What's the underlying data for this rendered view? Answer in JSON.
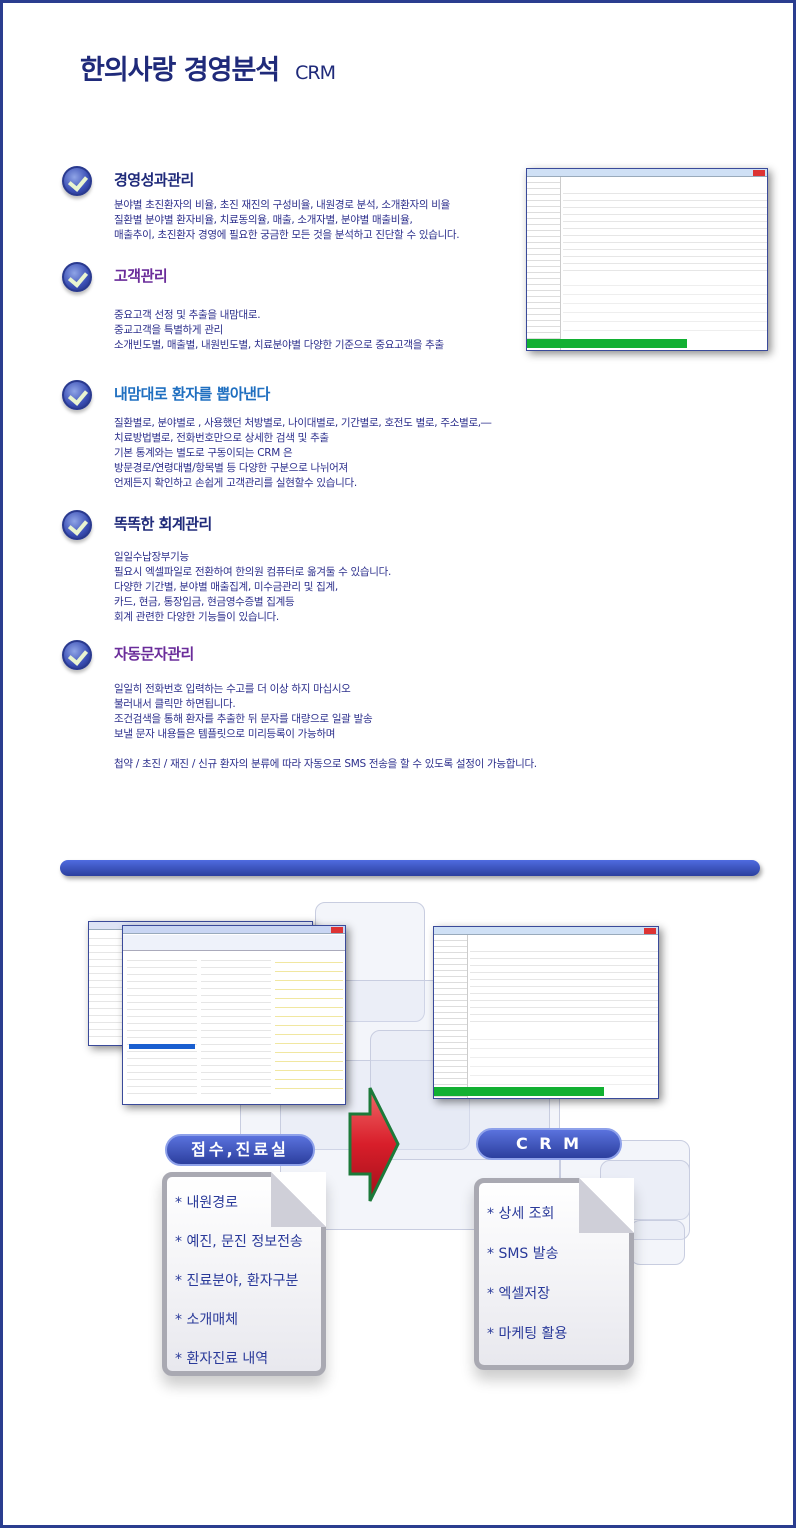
{
  "header": {
    "title": "한의사랑 경영분석",
    "subtitle": "CRM"
  },
  "sections": [
    {
      "title": "경영성과관리",
      "color": "#1f2a7a",
      "lines": [
        "분야별 초진환자의 비율, 초진 재진의 구성비율, 내원경로 분석, 소개환자의 비율",
        "질환별 분야별 환자비율, 치료동의율, 매출, 소개자별, 분야별 매출비율,",
        "매출추이, 초진환자 경영에 필요한 궁금한 모든 것을 분석하고 진단할 수 있습니다."
      ]
    },
    {
      "title": "고객관리",
      "color": "#6a2c9a",
      "lines": [
        "중요고객 선정 및 추출을 내맘대로.",
        "중교고객을 특별하게 관리",
        "소개빈도별, 매출별, 내원빈도별, 치료분야별 다양한 기준으로 중요고객을 추출"
      ]
    },
    {
      "title": "내맘대로 환자를 뽑아낸다",
      "color": "#1f6fc0",
      "lines": [
        "질환별로, 분야별로 , 사용했던 처방별로, 나이대별로, 기간별로, 호전도 별로, 주소별로,―",
        "치료방법별로, 전화번호만으로 상세한 검색 및 추출",
        "기본 통계와는 별도로 구동이되는 CRM 은",
        "방문경로/연령대별/항목별 등  다양한 구분으로 나뉘어져",
        "언제든지 확인하고 손쉽게 고객관리를 실현할수 있습니다."
      ]
    },
    {
      "title": "똑똑한 회계관리",
      "color": "#1f2a7a",
      "lines": [
        "일일수납장부기능",
        "필요시 엑셀파일로 전환하여 한의원 컴퓨터로 옮겨둘 수 있습니다.",
        "다양한 기간별, 분야별 매출집계, 미수금관리 및 집계,",
        "카드, 현금, 통장입금, 현금영수증별 집계등",
        "회계 관련한 다양한 기능들이 있습니다."
      ]
    },
    {
      "title": "자동문자관리",
      "color": "#6a2c9a",
      "lines": [
        "일일히 전화번호 입력하는 수고를  더 이상 하지 마십시오",
        "불러내서 클릭만 하면됩니다.",
        "조건검색을 통해 환자를 추출한 뒤 문자를 대량으로 일괄 발송",
        "보낼 문자 내용들은 템플릿으로 미리등록이 가능하며",
        "",
        "첩약 / 초진 / 재진 / 신규 환자의 분류에 따라  자동으로 SMS 전송을 할 수 있도록 설정이 가능합니다."
      ]
    }
  ],
  "diagram": {
    "left_label": "접수,진료실",
    "left_items": [
      "* 내원경로",
      "* 예진, 문진 정보전송",
      "* 진료분야, 환자구분",
      "* 소개매체",
      "* 환자진료 내역"
    ],
    "right_label": "C R M",
    "right_items": [
      "* 상세 조회",
      "* SMS 발송",
      "* 엑셀저장",
      "* 마케팅 활용"
    ]
  },
  "colors": {
    "accent": "#2a3d8f",
    "arrow": "#d81e2a",
    "arrow_border": "#1c7a3a"
  }
}
